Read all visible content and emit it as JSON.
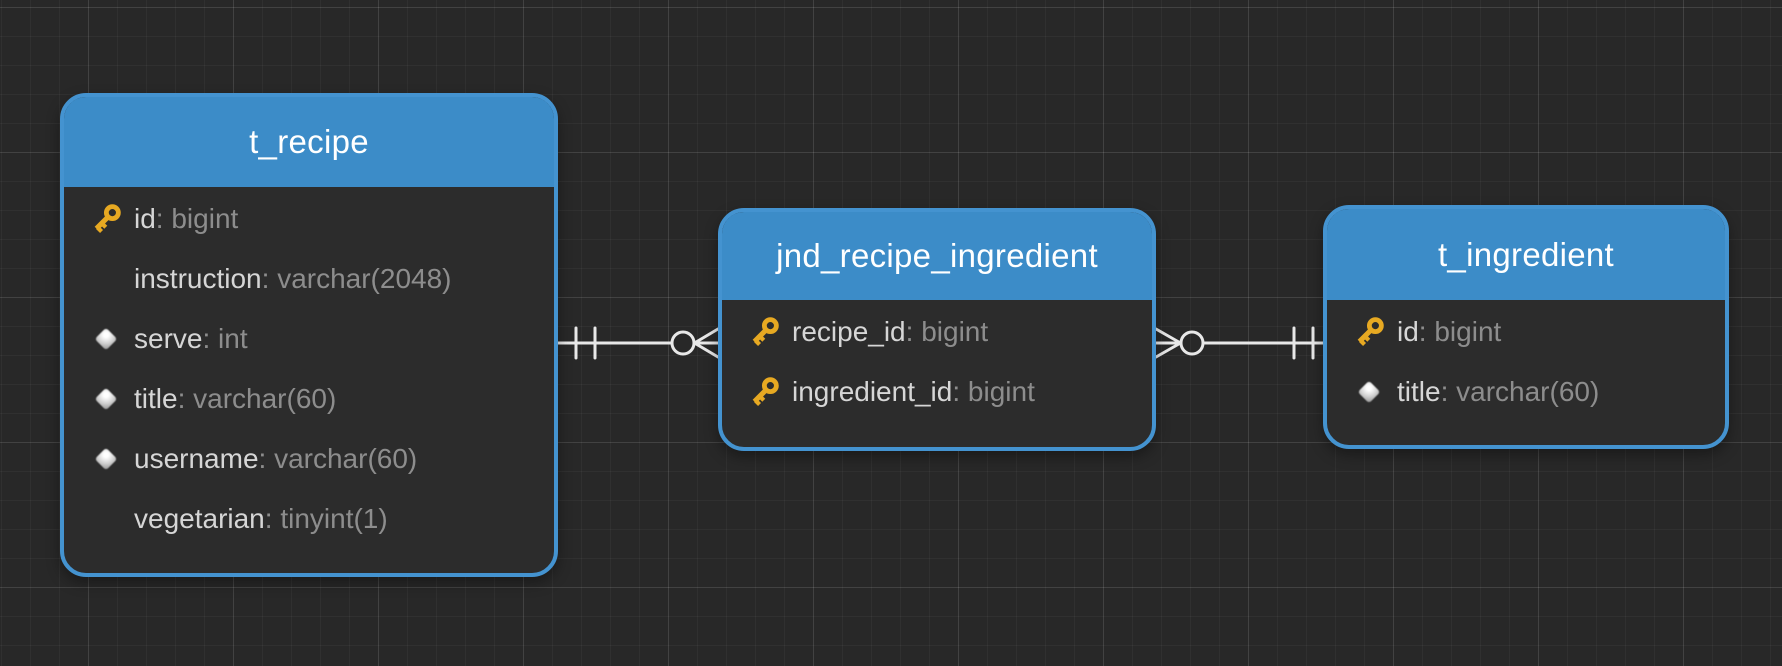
{
  "colors": {
    "background": "#282828",
    "header_fill": "#3c8cc8",
    "table_border": "#4493d0",
    "body_fill": "#2c2c2c",
    "title_text": "#ffffff",
    "field_text": "#d6d6d6",
    "type_text": "#8d8d8d",
    "connector": "#e8e8e8",
    "key_icon": "#e7a922"
  },
  "tables": [
    {
      "name": "t_recipe",
      "fields": [
        {
          "icon": "key",
          "name": "id",
          "sep": ": ",
          "type": "bigint"
        },
        {
          "icon": "none",
          "name": "instruction",
          "sep": ": ",
          "type": "varchar(2048)"
        },
        {
          "icon": "diamond",
          "name": "serve",
          "sep": ": ",
          "type": "int"
        },
        {
          "icon": "diamond",
          "name": "title",
          "sep": ": ",
          "type": "varchar(60)"
        },
        {
          "icon": "diamond",
          "name": "username",
          "sep": ": ",
          "type": "varchar(60)"
        },
        {
          "icon": "none",
          "name": "vegetarian",
          "sep": ": ",
          "type": "tinyint(1)"
        }
      ]
    },
    {
      "name": "jnd_recipe_ingredient",
      "fields": [
        {
          "icon": "key",
          "name": "recipe_id",
          "sep": ": ",
          "type": "bigint"
        },
        {
          "icon": "key",
          "name": "ingredient_id",
          "sep": ": ",
          "type": "bigint"
        }
      ]
    },
    {
      "name": "t_ingredient",
      "fields": [
        {
          "icon": "key",
          "name": "id",
          "sep": ": ",
          "type": "bigint"
        },
        {
          "icon": "diamond",
          "name": "title",
          "sep": ": ",
          "type": "varchar(60)"
        }
      ]
    }
  ],
  "relationships": [
    {
      "from": "t_recipe",
      "to": "jnd_recipe_ingredient",
      "from_cardinality": "one-and-only-one",
      "to_cardinality": "zero-or-many"
    },
    {
      "from": "jnd_recipe_ingredient",
      "to": "t_ingredient",
      "from_cardinality": "zero-or-many",
      "to_cardinality": "one-and-only-one"
    }
  ]
}
